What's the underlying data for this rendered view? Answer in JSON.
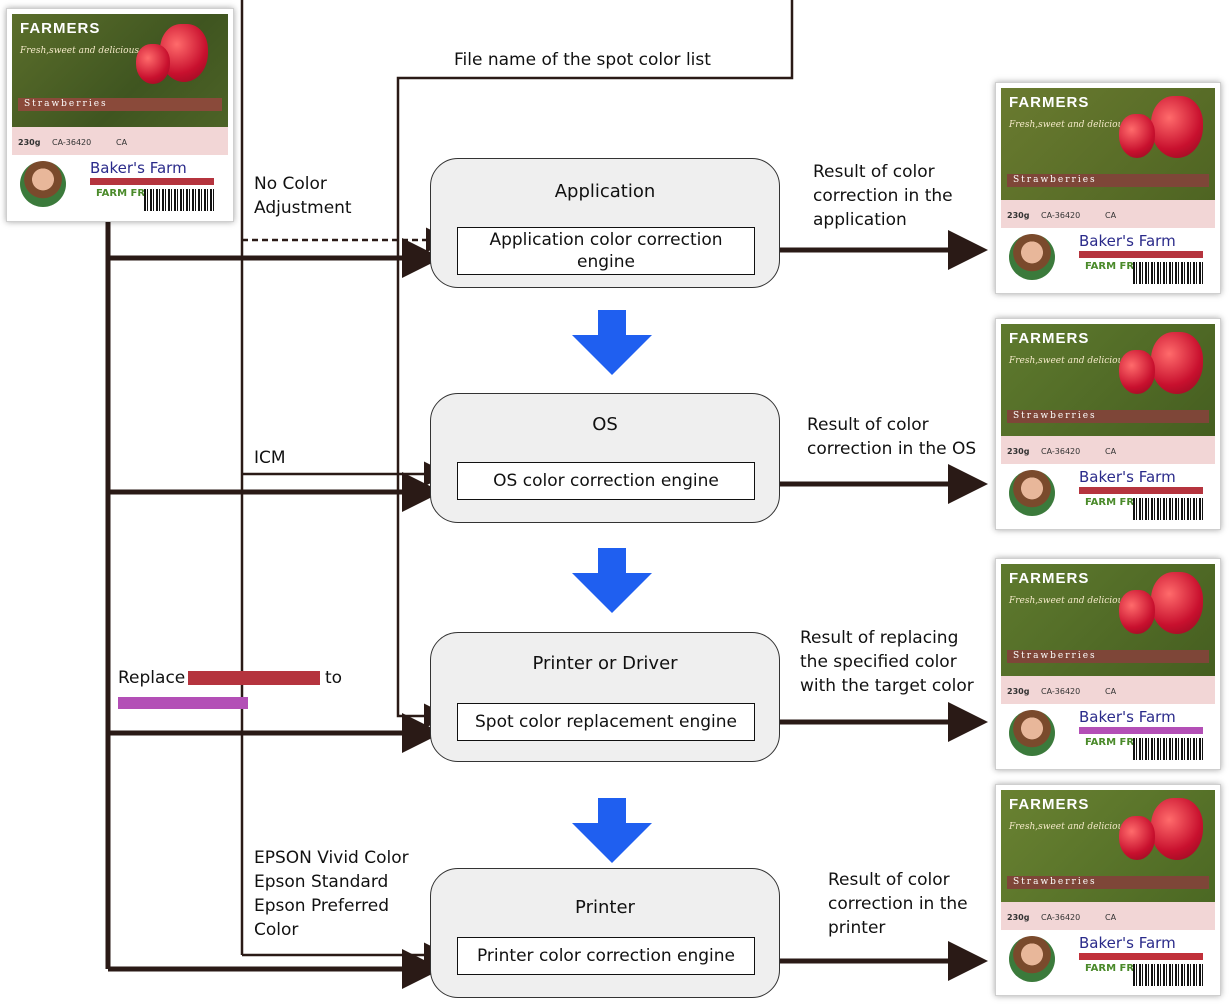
{
  "source_image": {
    "brand": "FARMERS",
    "tagline": "Fresh,sweet and delicious",
    "product": "Strawberries",
    "weight": "230g",
    "code": "CA-36420",
    "origin": "CA",
    "farm_name": "Baker's Farm",
    "fresh_logo": "FARM FRESH"
  },
  "spot_color_list_label": "File name of the spot color list",
  "paths": {
    "no_color_adjustment": "No Color Adjustment",
    "icm": "ICM",
    "replace_prefix": "Replace",
    "replace_suffix": "to",
    "printer_modes": [
      "EPSON Vivid Color",
      "Epson Standard",
      "Epson Preferred Color"
    ]
  },
  "stages": [
    {
      "title": "Application",
      "engine": "Application color correction engine",
      "result": "Result of color correction in the application"
    },
    {
      "title": "OS",
      "engine": "OS color correction engine",
      "result": "Result of color correction in the OS"
    },
    {
      "title": "Printer or Driver",
      "engine": "Spot color replacement engine",
      "result": "Result of replacing the specified color with the target color"
    },
    {
      "title": "Printer",
      "engine": "Printer color correction engine",
      "result": "Result of color correction in the printer"
    }
  ],
  "colors": {
    "flow_arrow": "#1f5ff0",
    "line": "#2a1a16",
    "stage_fill": "#efefef",
    "original_spot": "#b5343e",
    "target_spot": "#b34fb6"
  }
}
